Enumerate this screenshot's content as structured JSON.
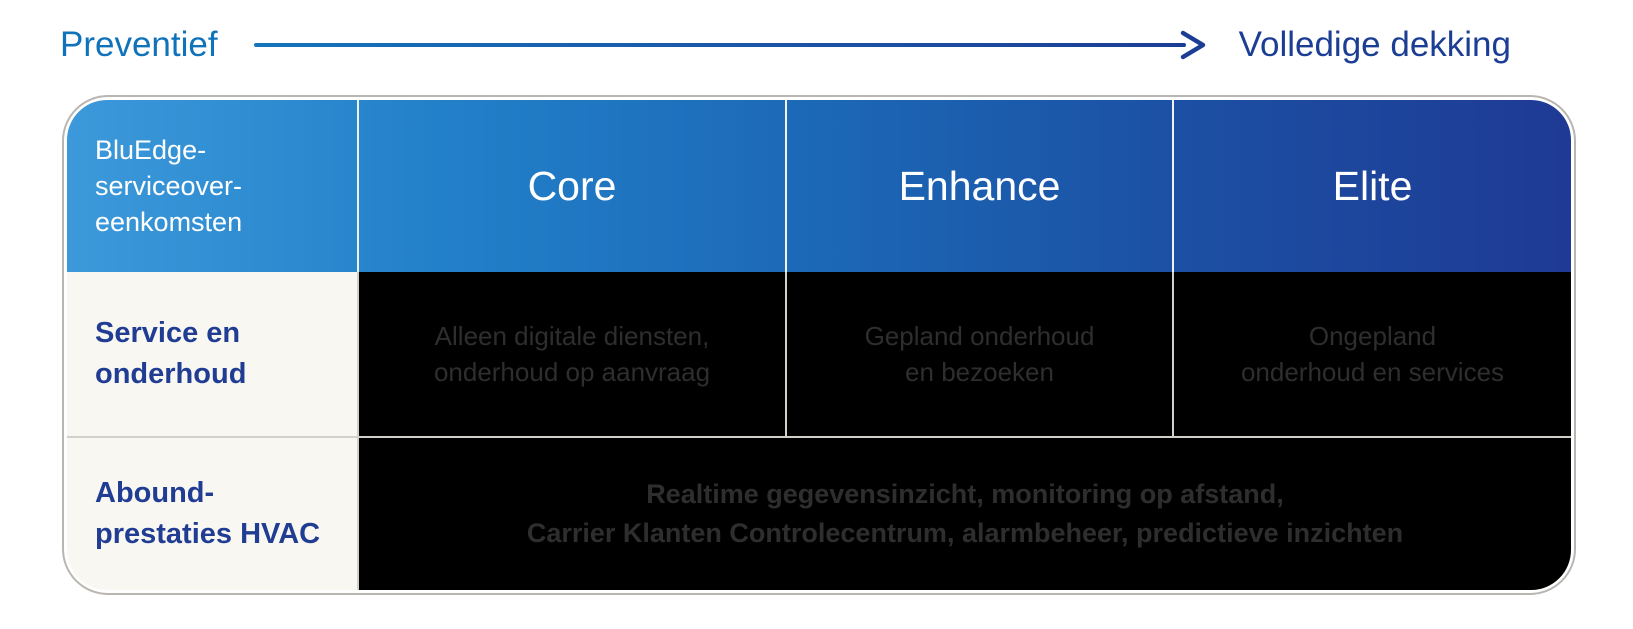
{
  "legend": {
    "left_label": "Preventief",
    "right_label": "Volledige dekking"
  },
  "table": {
    "corner_title": "BluEdge-\nserviceover-\neenkomsten",
    "plans": [
      "Core",
      "Enhance",
      "Elite"
    ],
    "rows": [
      {
        "label": "Service en\nonderhoud",
        "cells": [
          "Alleen digitale diensten,\nonderhoud op aanvraag",
          "Gepland onderhoud\nen bezoeken",
          "Ongepland\nonderhoud en services"
        ]
      },
      {
        "label": "Abound-\nprestaties HVAC",
        "cells": [
          "Realtime gegevensinzicht, monitoring op afstand,\nCarrier Klanten Controlecentrum, alarmbeheer, predictieve inzichten"
        ]
      }
    ]
  },
  "colors": {
    "legend_left_text": "#1073BA",
    "legend_right_text": "#1B3E94",
    "arrow_gradient_start": "#1474BC",
    "arrow_gradient_end": "#1B3E94",
    "header_gradient_start": "#3C99DA",
    "header_gradient_end": "#1E3A94",
    "header_text": "#FFFFFF",
    "label_cell_background": "#F9F7F2",
    "label_text": "#203D93",
    "content_cell_background": "#000000",
    "content_text": "#2E2E2E",
    "divider": "#D3D0CB",
    "panel_border": "#B9B6B1"
  }
}
